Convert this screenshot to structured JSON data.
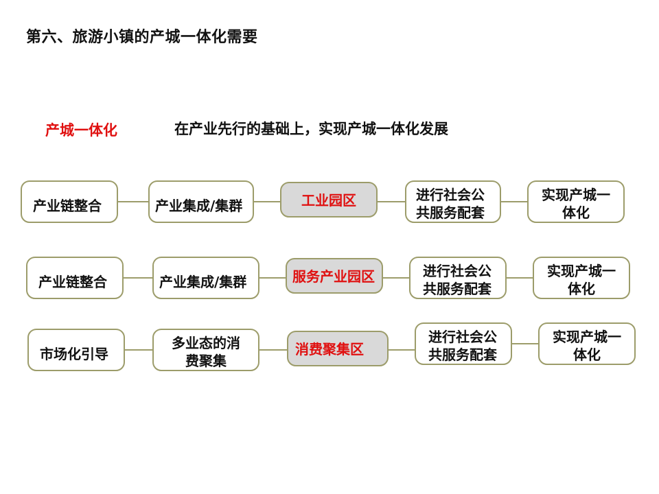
{
  "slide": {
    "title": "第六、旅游小镇的产城一体化需要",
    "key_label": "产城一体化",
    "key_desc": "在产业先行的基础上，实现产城一体化发展"
  },
  "rows": [
    {
      "nodes": [
        {
          "text": "产业链整合"
        },
        {
          "text": "产业集成/集群"
        },
        {
          "text": "工业园区"
        },
        {
          "text": "进行社会公共服务配套"
        },
        {
          "text": "实现产城一体化"
        }
      ]
    },
    {
      "nodes": [
        {
          "text": "产业链整合"
        },
        {
          "text": "产业集成/集群"
        },
        {
          "text": "服务产业园区"
        },
        {
          "text": "进行社会公共服务配套"
        },
        {
          "text": "实现产城一体化"
        }
      ]
    },
    {
      "nodes": [
        {
          "text": "市场化引导"
        },
        {
          "text": "多业态的消费聚集"
        },
        {
          "text": "消费聚集区"
        },
        {
          "text": "进行社会公共服务配套"
        },
        {
          "text": "实现产城一体化"
        }
      ]
    }
  ],
  "colors": {
    "accent_red": "#e01010",
    "hub_fill": "#d9d9d9",
    "border_olive": "#9c9c6a"
  }
}
